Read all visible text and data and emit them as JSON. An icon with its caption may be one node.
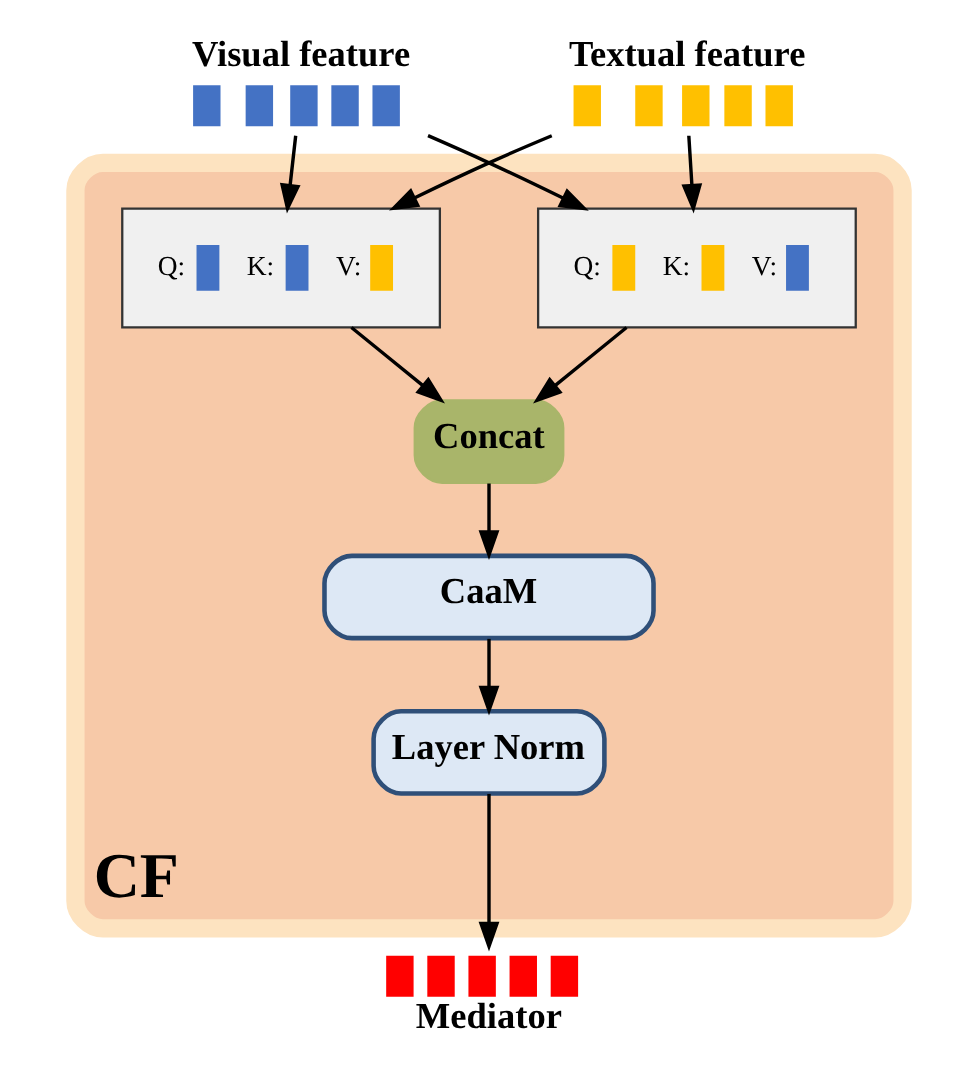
{
  "diagram": {
    "nodes": [
      {
        "text": [
          "CF"
        ]
      },
      {
        "text": [
          "Visual feature"
        ]
      },
      {
        "text": [
          "Textual feature"
        ]
      },
      {
        "text": [
          "Q:",
          "K:",
          "V:"
        ],
        "in": 0
      },
      {
        "text": [
          "Q:",
          "K:",
          "V:"
        ],
        "in": 0
      },
      {
        "text": [
          "Concat"
        ],
        "in": 0
      },
      {
        "text": [
          "CaaM"
        ],
        "in": 0
      },
      {
        "text": [
          "Layer Norm"
        ],
        "in": 0
      },
      {
        "text": [
          "Mediator"
        ]
      }
    ],
    "edges": [
      {
        "from": 1,
        "to": 3,
        "arrow": "to"
      },
      {
        "from": 1,
        "to": 4,
        "arrow": "to"
      },
      {
        "from": 2,
        "to": 3,
        "arrow": "to"
      },
      {
        "from": 2,
        "to": 4,
        "arrow": "to"
      },
      {
        "from": 3,
        "to": 5,
        "arrow": "to"
      },
      {
        "from": 4,
        "to": 5,
        "arrow": "to"
      },
      {
        "from": 5,
        "to": 6,
        "arrow": "to"
      },
      {
        "from": 6,
        "to": 7,
        "arrow": "to"
      },
      {
        "from": 7,
        "to": 8,
        "arrow": "to"
      }
    ]
  }
}
